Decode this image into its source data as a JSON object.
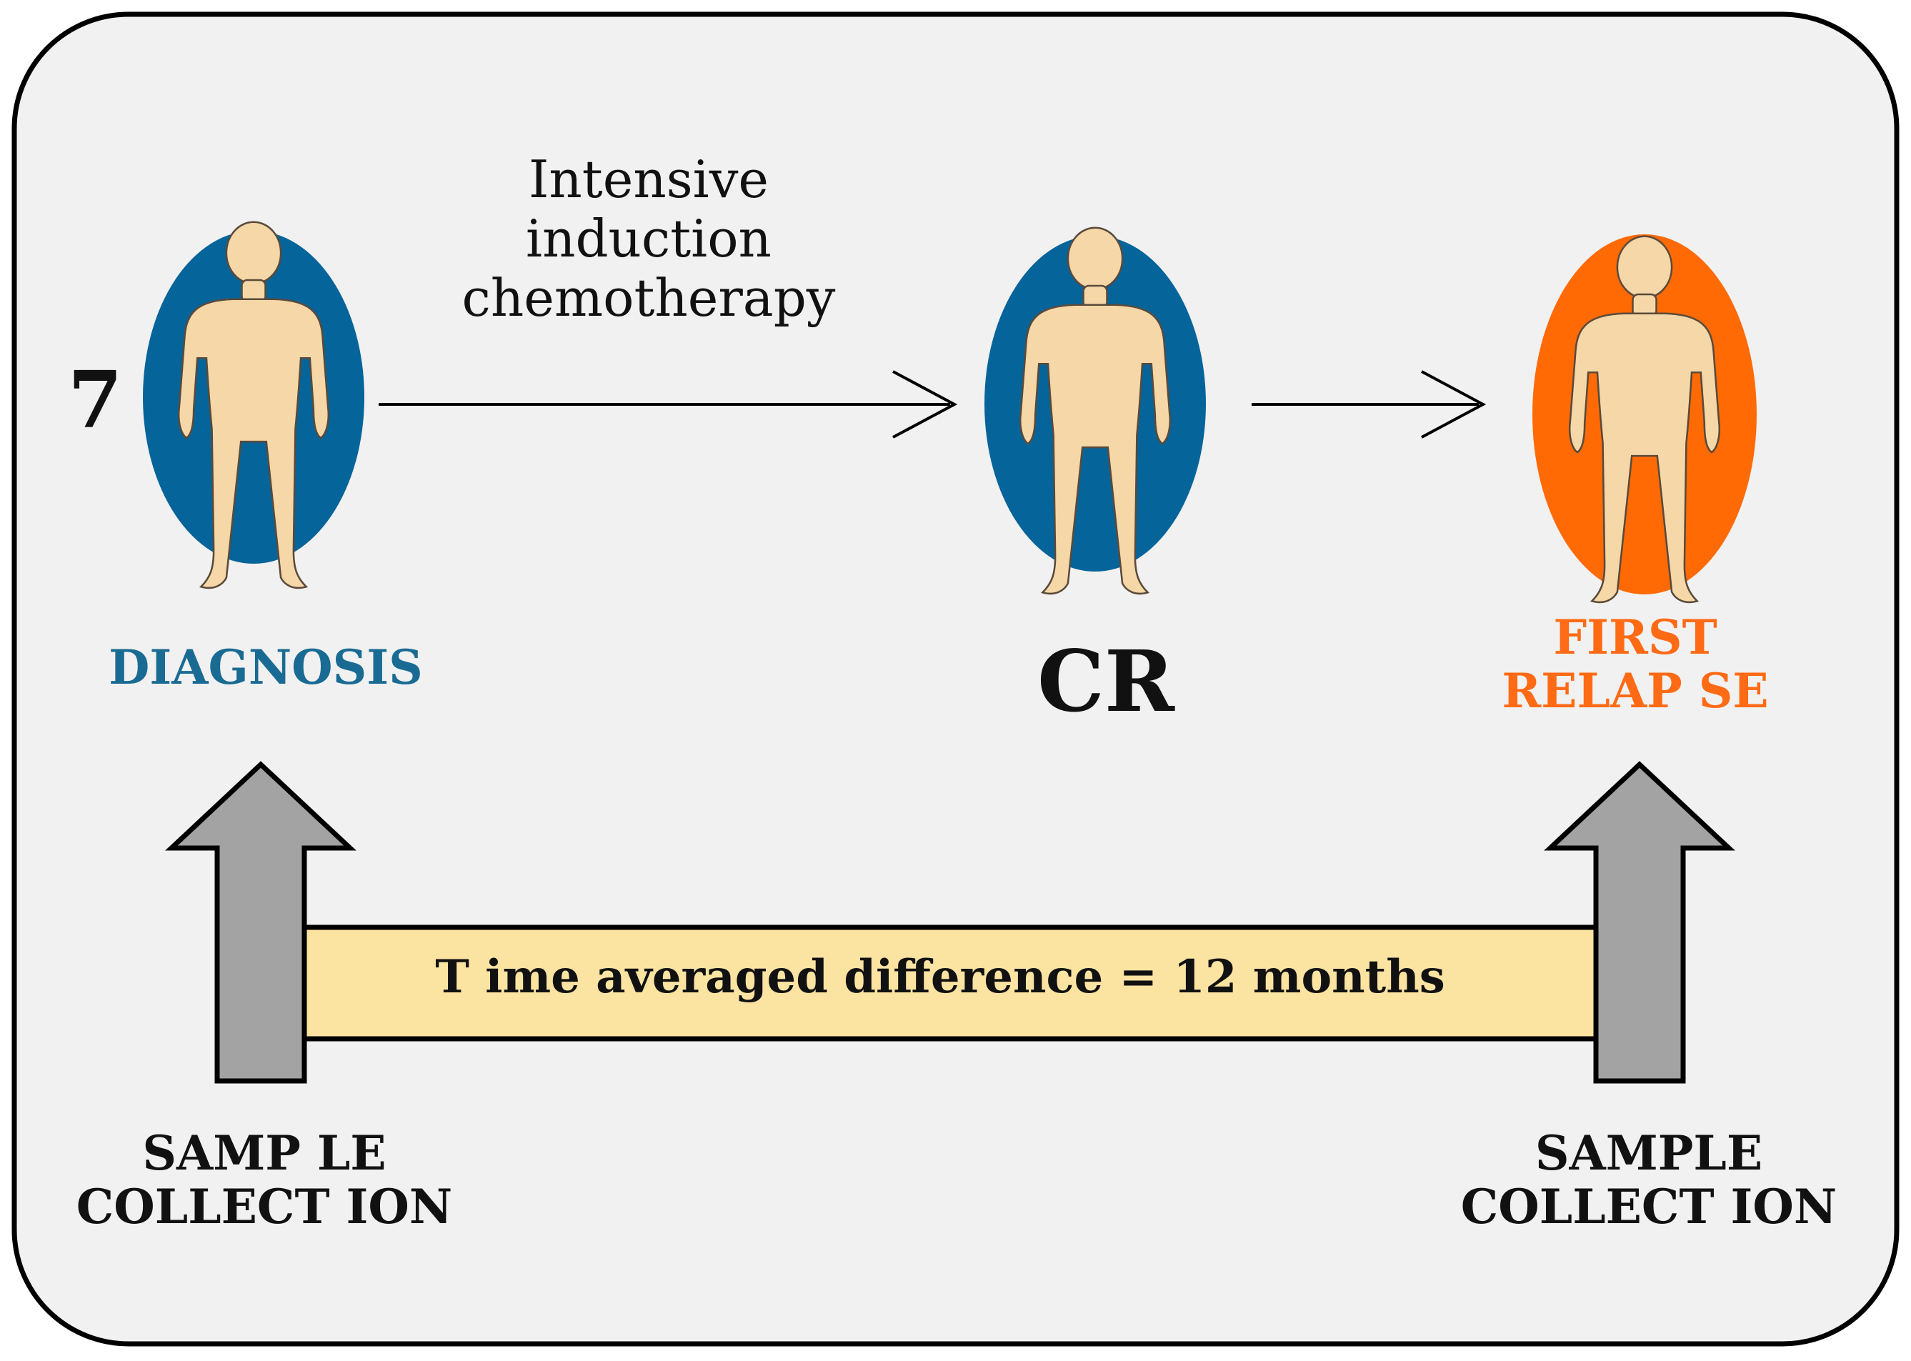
{
  "patient_count": "7",
  "stages": {
    "diagnosis": {
      "label": "DIAGNOSIS",
      "color": "#1a6b94"
    },
    "cr": {
      "label": "CR",
      "color": "#111111"
    },
    "relapse": {
      "label_line1": "FIRST",
      "label_line2": "RELAP SE",
      "color": "#ff6a14"
    }
  },
  "therapy": {
    "line1": "Intensive",
    "line2": "induction",
    "line3": "chemotherapy"
  },
  "time_bar": {
    "label": "T ime averaged difference = 12 months",
    "fill": "#fbe3a2"
  },
  "sample_left": {
    "line1": "SAMP LE",
    "line2": "COLLECT ION"
  },
  "sample_right": {
    "line1": "SAMPLE",
    "line2": "COLLECT ION"
  },
  "colors": {
    "panel_bg": "#f1f1f1",
    "blue_oval": "#05649a",
    "orange_oval": "#ff6a05",
    "figure_fill": "#f5d7a8",
    "figure_stroke": "#5a4a3a",
    "arrow_gray": "#a3a3a3"
  }
}
